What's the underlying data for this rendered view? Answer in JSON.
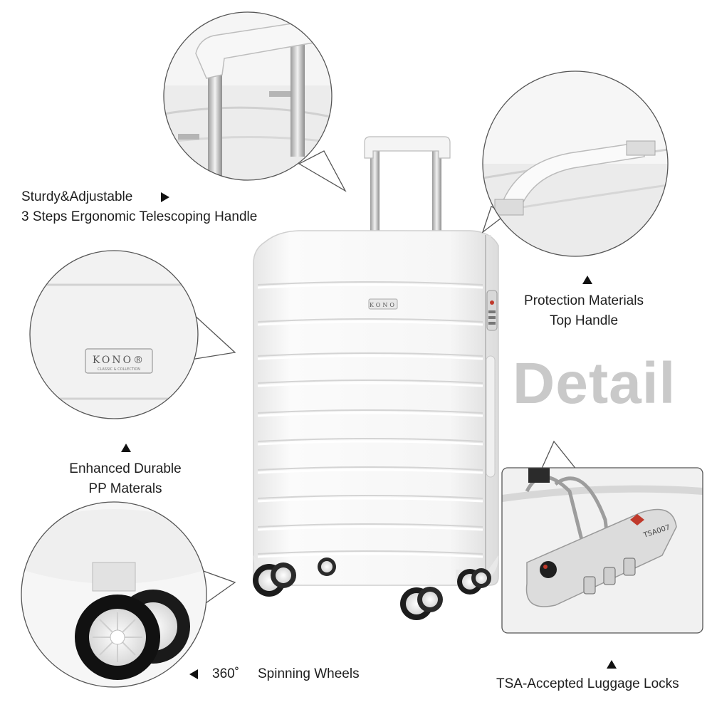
{
  "labels": {
    "handle_line1": "Sturdy&Adjustable",
    "handle_line2": "3 Steps Ergonomic Telescoping Handle",
    "top_handle_line1": "Protection Materials",
    "top_handle_line2": "Top Handle",
    "materials_line1": "Enhanced Durable",
    "materials_line2": "PP Materals",
    "wheels_degree": "360˚",
    "wheels_text": "Spinning Wheels",
    "locks": "TSA-Accepted Luggage Locks",
    "detail": "Detail"
  },
  "brand": {
    "name": "KONO",
    "name_badge": "KONO®",
    "sub": "CLASSIC & COLLECTION",
    "lock_mark": "TSA007"
  },
  "colors": {
    "body": "#f3f3f3",
    "shadow": "#d6d6d6",
    "wheel_tire": "#1c1c1c",
    "text": "#1e1e1e",
    "detail": "#c9c9c9"
  }
}
